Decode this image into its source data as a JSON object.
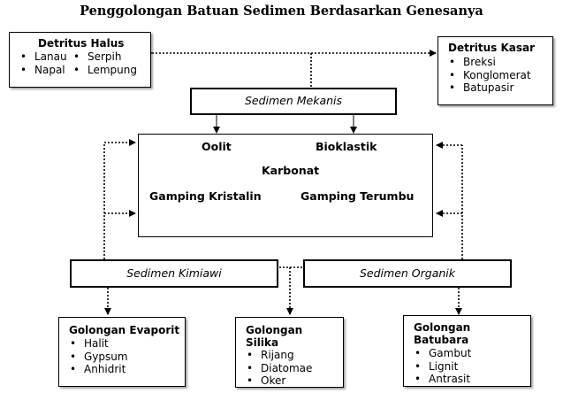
{
  "title": "Penggolongan Batuan Sedimen Berdasarkan Genesanya",
  "detritus_halus": {
    "title": "Detritus Halus",
    "col1": [
      "Lanau",
      "Napal"
    ],
    "col2": [
      "Serpih",
      "Lempung"
    ]
  },
  "detritus_kasar": {
    "title": "Detritus Kasar",
    "items": [
      "Breksi",
      "Konglomerat",
      "Batupasir"
    ]
  },
  "sedimen_mekanis": "Sedimen Mekanis",
  "karbonat": {
    "oolit": "Oolit",
    "bioklastik": "Bioklastik",
    "karbonat": "Karbonat",
    "gamping_kristalin": "Gamping Kristalin",
    "gamping_terumbu": "Gamping Terumbu"
  },
  "sedimen_kimiawi": "Sedimen Kimiawi",
  "sedimen_organik": "Sedimen Organik",
  "evaporit": {
    "title": "Golongan Evaporit",
    "items": [
      "Halit",
      "Gypsum",
      "Anhidrit"
    ]
  },
  "silika": {
    "title_line1": "Golongan",
    "title_line2": "Silika",
    "items": [
      "Rijang",
      "Diatomae",
      "Oker"
    ]
  },
  "batubara": {
    "title_line1": "Golongan",
    "title_line2": "Batubara",
    "items": [
      "Gambut",
      "Lignit",
      "Antrasit"
    ]
  }
}
